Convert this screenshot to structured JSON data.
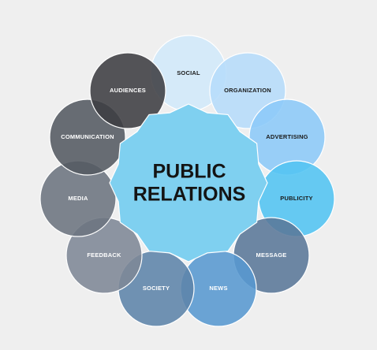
{
  "center": {
    "line1": "PUBLIC",
    "line2": "RELATIONS",
    "color": "#7fd0f0"
  },
  "nodes": [
    {
      "id": "social",
      "label": "SOCIAL",
      "color": "#d2e9fb",
      "text_color": "#1a1a1a"
    },
    {
      "id": "organization",
      "label": "ORGANIZATION",
      "color": "#b6dcfb",
      "text_color": "#1a1a1a"
    },
    {
      "id": "advertising",
      "label": "ADVERTISING",
      "color": "#8ccaf8",
      "text_color": "#1a1a1a"
    },
    {
      "id": "publicity",
      "label": "PUBLICITY",
      "color": "#52c4f3",
      "text_color": "#1a1a1a"
    },
    {
      "id": "message",
      "label": "MESSAGE",
      "color": "#5a7899",
      "text_color": "#ffffff"
    },
    {
      "id": "news",
      "label": "NEWS",
      "color": "#5898d0",
      "text_color": "#ffffff"
    },
    {
      "id": "society",
      "label": "SOCIETY",
      "color": "#5d84aa",
      "text_color": "#ffffff"
    },
    {
      "id": "feedback",
      "label": "FEEDBACK",
      "color": "#7e8896",
      "text_color": "#ffffff"
    },
    {
      "id": "media",
      "label": "MEDIA",
      "color": "#6c7480",
      "text_color": "#ffffff"
    },
    {
      "id": "communication",
      "label": "COMMUNICATION",
      "color": "#545a62",
      "text_color": "#ffffff"
    },
    {
      "id": "audiences",
      "label": "AUDIENCES",
      "color": "#3d3e42",
      "text_color": "#ffffff"
    }
  ]
}
